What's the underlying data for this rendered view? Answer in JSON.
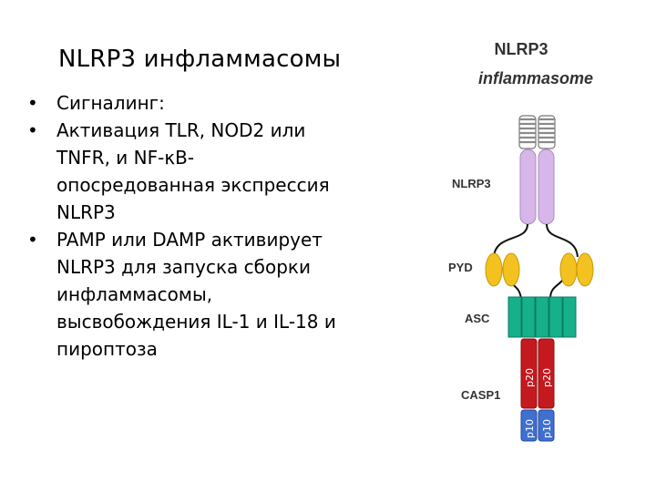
{
  "slide": {
    "title": "NLRP3 инфламмасомы",
    "bullet_symbol": "•",
    "bullets": [
      {
        "lines": [
          "Сигналинг:"
        ]
      },
      {
        "lines": [
          "Активация TLR, NOD2 или",
          "TNFR, и NF-κB-",
          "опосредованная экспрессия",
          "NLRP3"
        ]
      },
      {
        "lines": [
          "PAMP или DAMP активирует",
          "NLRP3 для запуска сборки",
          "инфламмасомы,",
          "высвобождения IL-1 и IL-18 и",
          "пироптоза"
        ]
      }
    ]
  },
  "diagram": {
    "title_line1": "NLRP3",
    "title_line2": "inflammasome",
    "labels": {
      "nlrp3": "NLRP3",
      "pyd": "PYD",
      "asc": "ASC",
      "casp1": "CASP1"
    },
    "subunits": {
      "p20": "p20",
      "p10": "p10"
    },
    "colors": {
      "lrr": "#a9a9a9",
      "nlrp3": "#d7b7ea",
      "pyd": "#f3c221",
      "asc": "#16b08a",
      "casp1": "#c41a1f",
      "p10": "#3f6fd1"
    }
  }
}
